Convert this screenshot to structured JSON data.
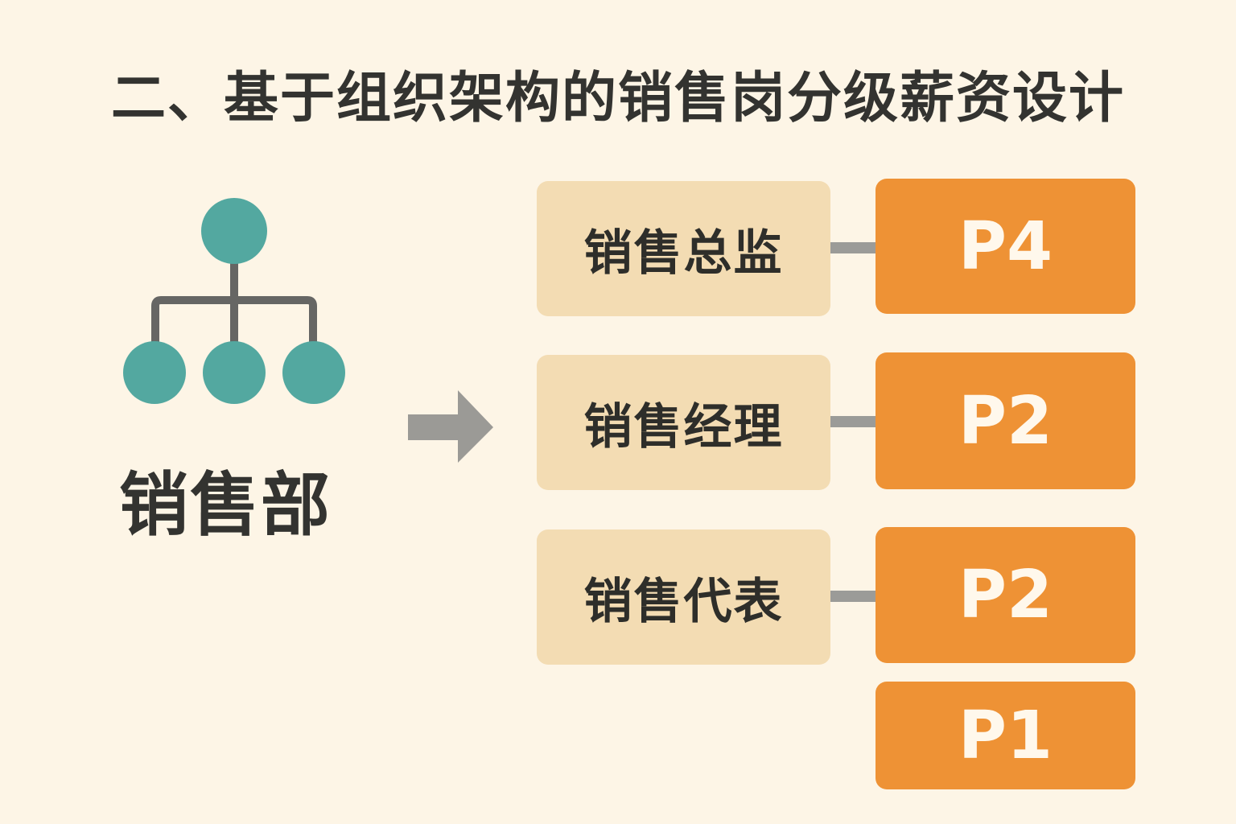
{
  "title": "二、基于组织架构的销售岗分级薪资设计",
  "department": {
    "label": "销售部",
    "icon": "org-chart-icon",
    "icon_color": "#53a8a0"
  },
  "arrow_icon": "arrow-right-icon",
  "roles": [
    {
      "label": "销售总监",
      "level": "P4"
    },
    {
      "label": "销售经理",
      "level": "P2"
    },
    {
      "label": "销售代表",
      "level": "P2"
    }
  ],
  "extra_levels": [
    {
      "level": "P1"
    }
  ],
  "colors": {
    "background": "#fdf5e6",
    "role_box": "#f3dcb3",
    "level_box": "#ee9235",
    "connector": "#9b9b98"
  }
}
